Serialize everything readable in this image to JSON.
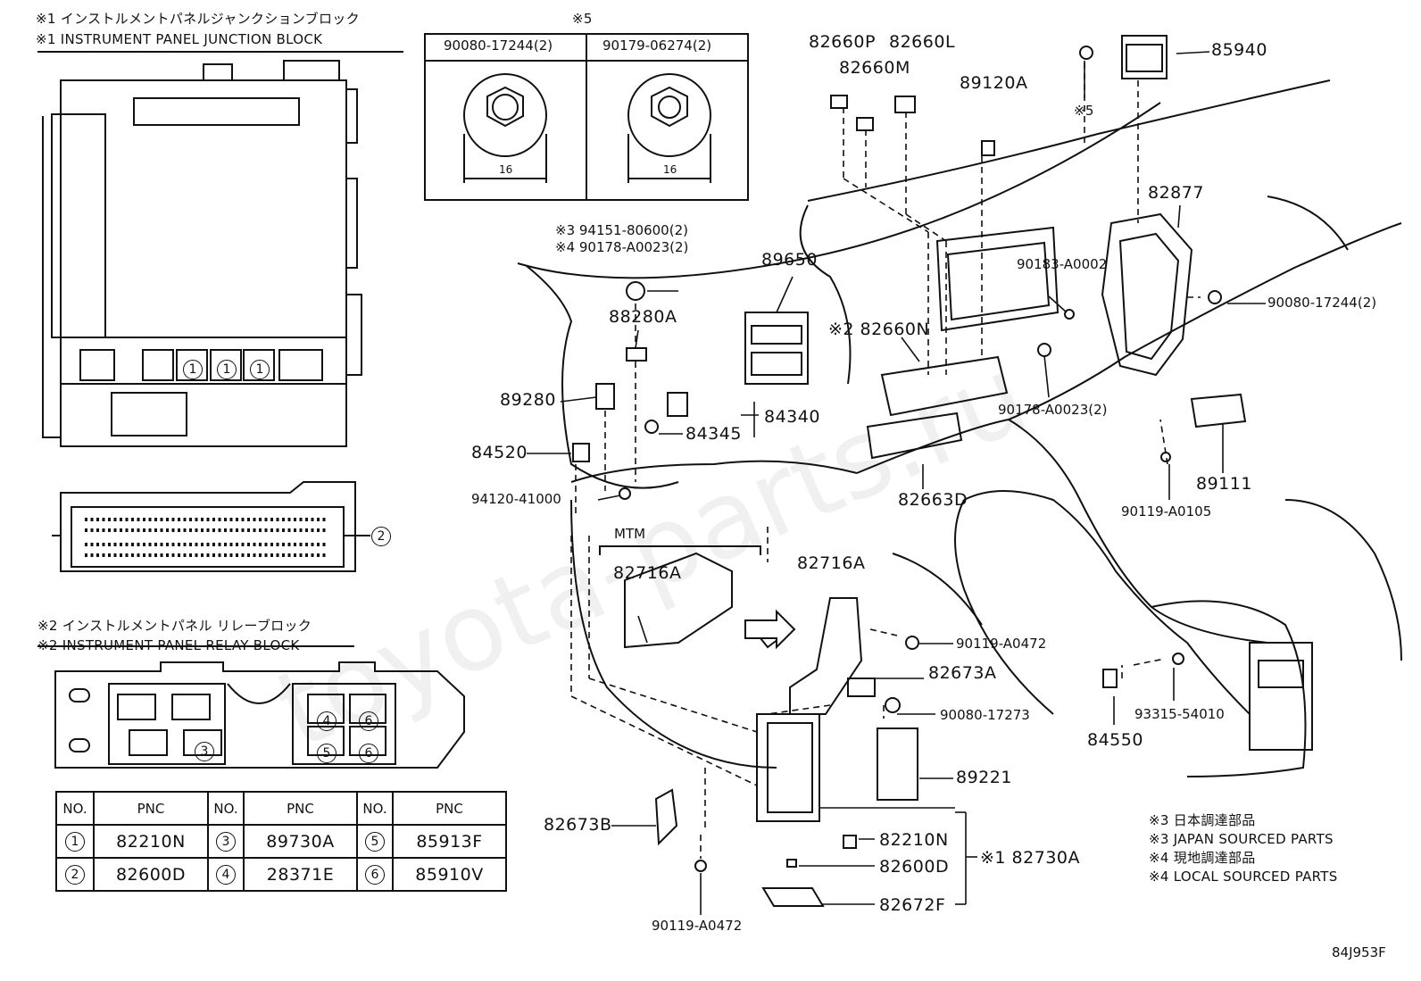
{
  "junction_block": {
    "title_jp": "※1 インストルメントパネルジャンクションブロック",
    "title_en": "※1 INSTRUMENT PANEL JUNCTION BLOCK",
    "callout_1": "1",
    "callout_2": "2"
  },
  "relay_block": {
    "title_jp": "※2 インストルメントパネル リレーブロック",
    "title_en": "※2 INSTRUMENT PANEL RELAY BLOCK",
    "callout_3": "3",
    "callout_4": "4",
    "callout_5": "5",
    "callout_6": "6"
  },
  "pnc_table": {
    "headers": [
      "NO.",
      "PNC",
      "NO.",
      "PNC",
      "NO.",
      "PNC"
    ],
    "rows": [
      [
        {
          "no": "1",
          "pnc": "82210N"
        },
        {
          "no": "3",
          "pnc": "89730A"
        },
        {
          "no": "5",
          "pnc": "85913F"
        }
      ],
      [
        {
          "no": "2",
          "pnc": "82600D"
        },
        {
          "no": "4",
          "pnc": "28371E"
        },
        {
          "no": "6",
          "pnc": "85910V"
        }
      ]
    ]
  },
  "nut_box": {
    "note": "※5",
    "left_label": "90080-17244(2)",
    "right_label": "90179-06274(2)",
    "left_dim": "16",
    "right_dim": "16"
  },
  "parts": {
    "p82660P": "82660P",
    "p82660L": "82660L",
    "p82660M": "82660M",
    "p89120A": "89120A",
    "p85940": "85940",
    "note5": "※5",
    "p94151": "※3 94151-80600(2)",
    "p90178_top": "※4 90178-A0023(2)",
    "p89650": "89650",
    "p88280A": "88280A",
    "p89280": "89280",
    "p84340": "84340",
    "p84345": "84345",
    "p84520": "84520",
    "p94120": "94120-41000",
    "p82877": "82877",
    "p90080_right": "90080-17244(2)",
    "p90183": "90183-A0002",
    "p82660N": "※2 82660N",
    "p90178_mid": "90178-A0023(2)",
    "p82663D": "82663D",
    "p89111": "89111",
    "p90119_A0105": "90119-A0105",
    "mtm": "MTM",
    "p82716A_left": "82716A",
    "p82716A_right": "82716A",
    "p90119_A0472_top": "90119-A0472",
    "p82673A": "82673A",
    "p90080_17273": "90080-17273",
    "p89221": "89221",
    "p84550": "84550",
    "p93315": "93315-54010",
    "p82673B": "82673B",
    "p82210N": "82210N",
    "p82600D": "82600D",
    "p82730A": "※1 82730A",
    "p82672F": "82672F",
    "p90119_A0472_bottom": "90119-A0472"
  },
  "notes": {
    "n3_jp": "※3 日本調達部品",
    "n3_en": "※3 JAPAN SOURCED PARTS",
    "n4_jp": "※4 現地調達部品",
    "n4_en": "※4 LOCAL SOURCED PARTS"
  },
  "diagram_id": "84J953F",
  "watermark": "toyota-parts.ru"
}
